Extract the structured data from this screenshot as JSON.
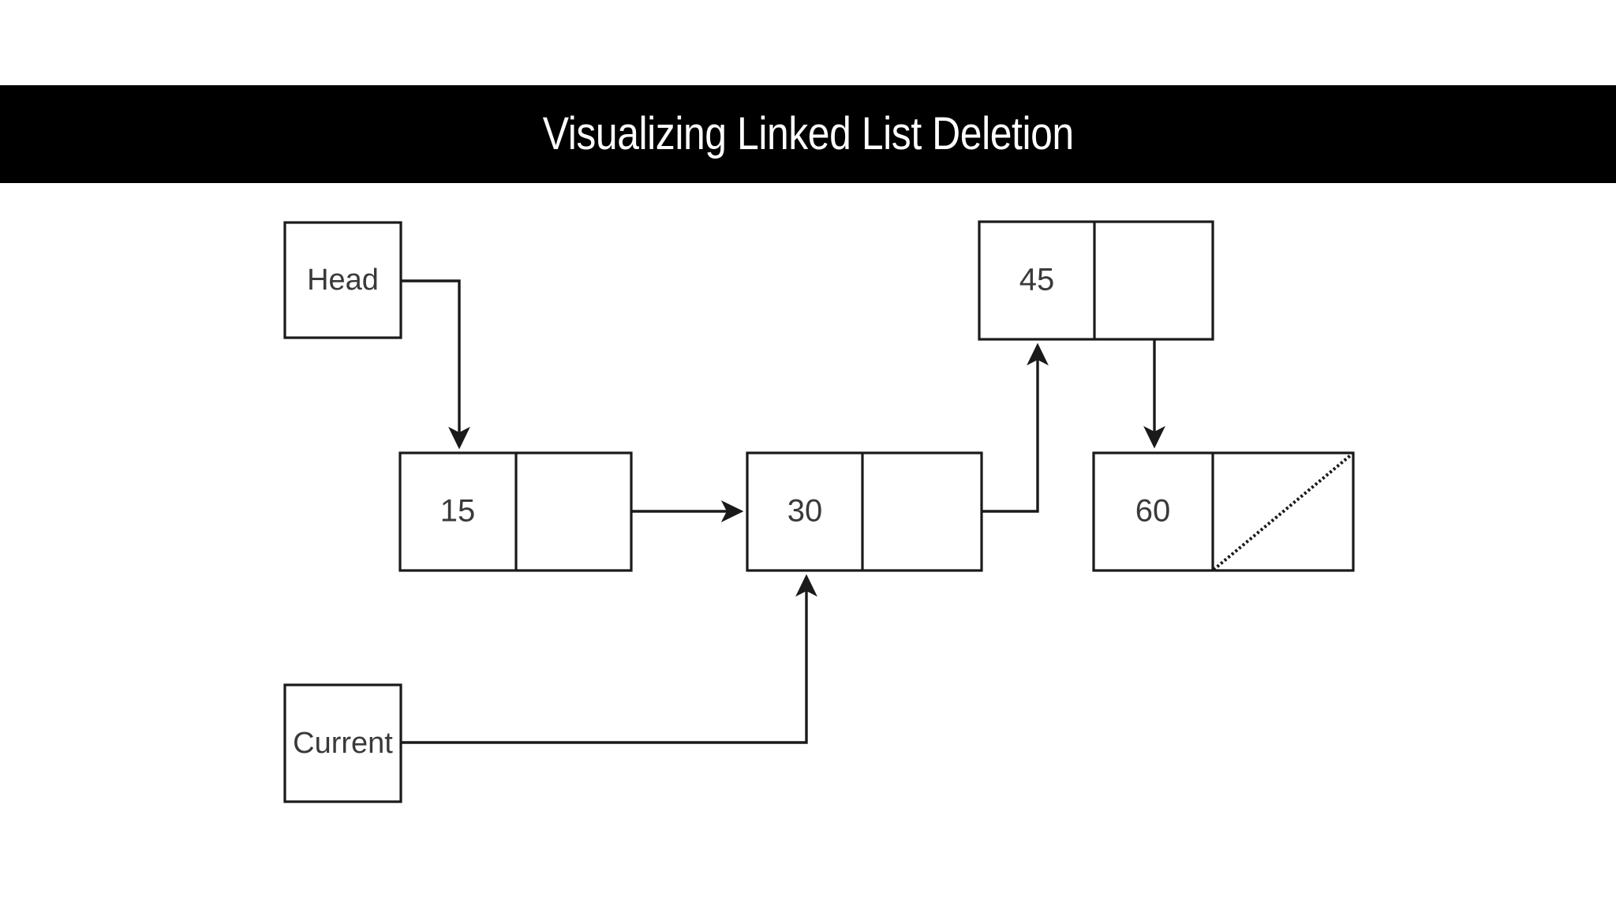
{
  "header": {
    "title": "Visualizing Linked List Deletion",
    "background_color": "#000000",
    "text_color": "#ffffff"
  },
  "diagram": {
    "type": "linked-list-deletion",
    "stroke_color": "#1a1a1a",
    "fill_color": "#ffffff",
    "text_color": "#3a3a3a",
    "pointers": [
      {
        "id": "head",
        "label": "Head",
        "points_to": "node-15"
      },
      {
        "id": "current",
        "label": "Current",
        "points_to": "node-30"
      }
    ],
    "nodes": [
      {
        "id": "node-15",
        "value": "15",
        "next": "node-30",
        "is_null_terminated": false
      },
      {
        "id": "node-30",
        "value": "30",
        "next": "node-45",
        "is_null_terminated": false
      },
      {
        "id": "node-45",
        "value": "45",
        "next": "node-60",
        "is_null_terminated": false
      },
      {
        "id": "node-60",
        "value": "60",
        "next": null,
        "is_null_terminated": true
      }
    ],
    "edges": [
      {
        "from": "head",
        "to": "node-15",
        "style": "elbow-down",
        "arrow": true
      },
      {
        "from": "node-15",
        "to": "node-30",
        "style": "straight-right",
        "arrow": true
      },
      {
        "from": "node-30",
        "to": "node-45",
        "style": "elbow-up",
        "arrow": true
      },
      {
        "from": "node-45",
        "to": "node-60",
        "style": "straight-down",
        "arrow": true
      },
      {
        "from": "current",
        "to": "node-30",
        "style": "elbow-up",
        "arrow": true
      }
    ]
  }
}
